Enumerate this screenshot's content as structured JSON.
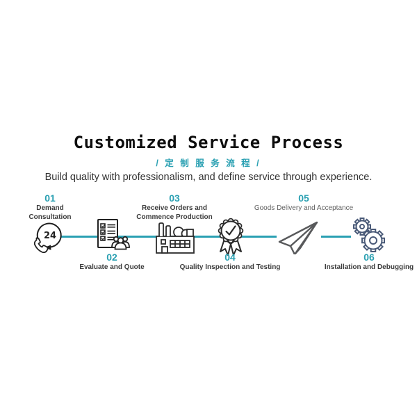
{
  "header": {
    "title": "Customized Service Process",
    "subtitle": "/ 定 制 服 务 流 程 /",
    "tagline": "Build quality with professionalism, and define service through experience."
  },
  "colors": {
    "accent_teal": "#2aa0b2",
    "title_black": "#0d0d0d",
    "label_dark": "#3b3b3b",
    "label_light": "#5f5f5f",
    "plane_gray": "#58595b",
    "gear_blue": "#4a5a78",
    "icon_black": "#1f1f1f"
  },
  "steps": [
    {
      "number": "01",
      "label": "Demand Consultation",
      "icon": "phone-24h-icon",
      "label_position": "above"
    },
    {
      "number": "02",
      "label": "Evaluate and Quote",
      "icon": "checklist-team-icon",
      "label_position": "below"
    },
    {
      "number": "03",
      "label": "Receive Orders and Commence Production",
      "icon": "factory-icon",
      "label_position": "above"
    },
    {
      "number": "04",
      "label": "Quality Inspection and Testing",
      "icon": "medal-check-icon",
      "label_position": "below"
    },
    {
      "number": "05",
      "label": "Goods Delivery and Acceptance",
      "icon": "paper-plane-icon",
      "label_position": "above"
    },
    {
      "number": "06",
      "label": "Installation and Debugging",
      "icon": "gears-icon",
      "label_position": "below"
    }
  ]
}
